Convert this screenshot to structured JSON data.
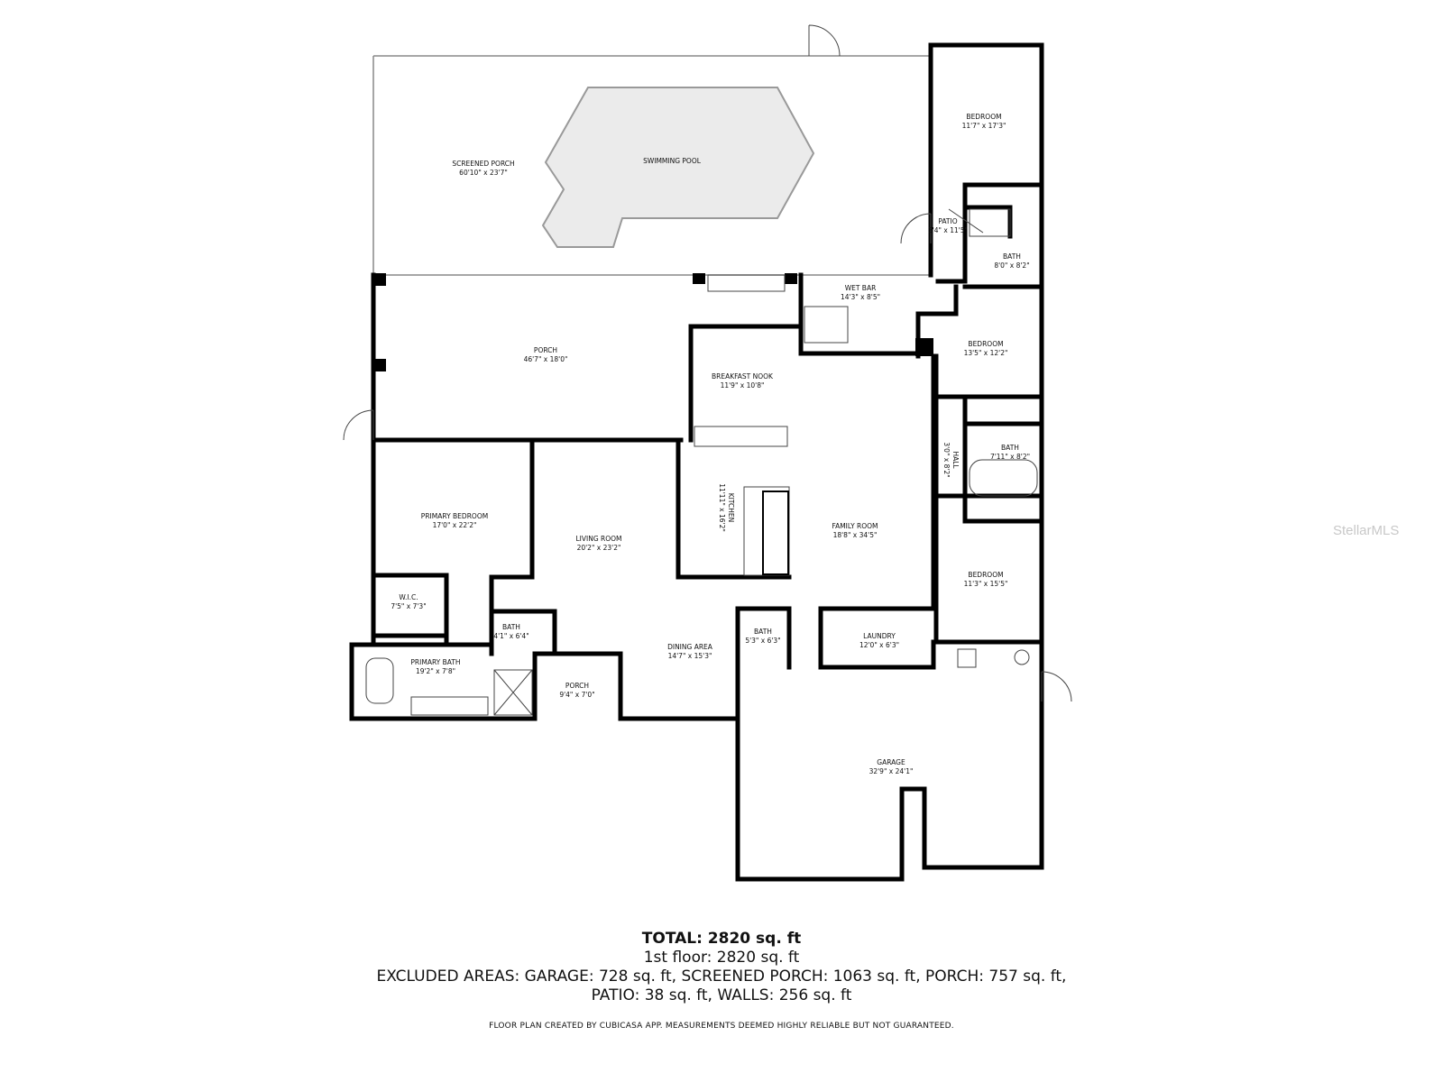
{
  "rooms": [
    {
      "name": "SCREENED PORCH",
      "dims": "60'10\" x 23'7\""
    },
    {
      "name": "SWIMMING POOL",
      "dims": ""
    },
    {
      "name": "BEDROOM",
      "dims": "11'7\" x 17'3\""
    },
    {
      "name": "PATIO",
      "dims": "3'4\" x 11'5\""
    },
    {
      "name": "BATH",
      "dims": "8'0\" x 8'2\""
    },
    {
      "name": "WET BAR",
      "dims": "14'3\" x 8'5\""
    },
    {
      "name": "PORCH",
      "dims": "46'7\" x 18'0\""
    },
    {
      "name": "BEDROOM",
      "dims": "13'5\" x 12'2\""
    },
    {
      "name": "BREAKFAST NOOK",
      "dims": "11'9\" x 10'8\""
    },
    {
      "name": "BATH",
      "dims": "7'11\" x 8'2\""
    },
    {
      "name": "HALL",
      "dims": "3'0\" x 8'2\""
    },
    {
      "name": "KITCHEN",
      "dims": "11'11\" x 16'2\""
    },
    {
      "name": "PRIMARY BEDROOM",
      "dims": "17'0\" x 22'2\""
    },
    {
      "name": "LIVING ROOM",
      "dims": "20'2\" x 23'2\""
    },
    {
      "name": "FAMILY ROOM",
      "dims": "18'8\" x 34'5\""
    },
    {
      "name": "BEDROOM",
      "dims": "11'3\" x 15'5\""
    },
    {
      "name": "W.I.C.",
      "dims": "7'5\" x 7'3\""
    },
    {
      "name": "BATH",
      "dims": "4'1\" x 6'4\""
    },
    {
      "name": "BATH",
      "dims": "5'3\" x 6'3\""
    },
    {
      "name": "LAUNDRY",
      "dims": "12'0\" x 6'3\""
    },
    {
      "name": "PRIMARY BATH",
      "dims": "19'2\" x 7'8\""
    },
    {
      "name": "DINING AREA",
      "dims": "14'7\" x 15'3\""
    },
    {
      "name": "PORCH",
      "dims": "9'4\" x 7'0\""
    },
    {
      "name": "GARAGE",
      "dims": "32'9\" x 24'1\""
    }
  ],
  "summary": {
    "total": "TOTAL: 2820 sq. ft",
    "floor": "1st floor: 2820 sq. ft",
    "excluded_1": "EXCLUDED AREAS: GARAGE: 728 sq. ft, SCREENED PORCH: 1063 sq. ft, PORCH: 757 sq. ft,",
    "excluded_2": "PATIO: 38 sq. ft, WALLS: 256 sq. ft",
    "disclaimer": "FLOOR PLAN CREATED BY CUBICASA APP. MEASUREMENTS DEEMED HIGHLY RELIABLE BUT NOT GUARANTEED."
  },
  "watermark": "StellarMLS",
  "colors": {
    "walls": "#000000",
    "pool": "#ebebeb"
  }
}
